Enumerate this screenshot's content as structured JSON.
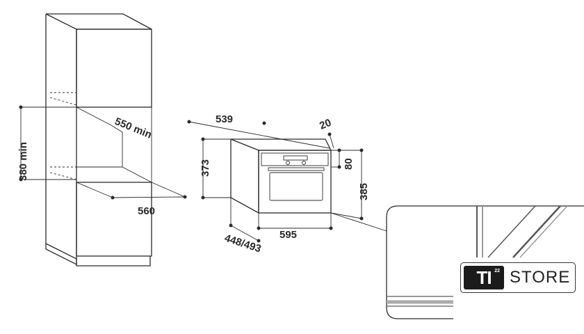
{
  "dimensions": {
    "niche_height": "380 min",
    "niche_depth": "550 min",
    "niche_width": "560",
    "oven_depth": "539",
    "front_offset": "20",
    "front_height": "373",
    "panel_height": "80",
    "total_height": "385",
    "oven_width": "595",
    "body_depth": "448/493"
  },
  "logo": {
    "mark": "TI",
    "superscript": "22",
    "text": "STORE"
  }
}
